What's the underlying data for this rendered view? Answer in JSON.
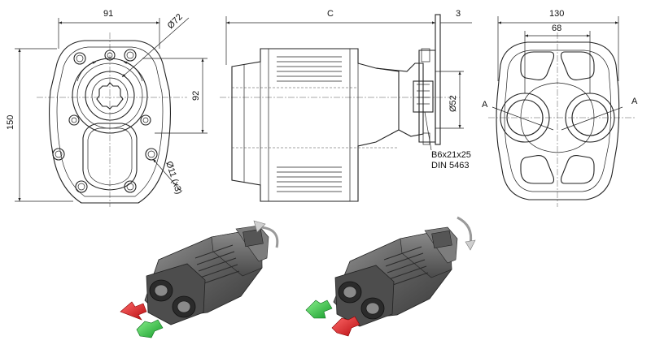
{
  "dimensions": {
    "front_width": "91",
    "hole_circle_dia": "Ø72",
    "overall_height": "150",
    "bolt_spacing": "92",
    "bolt_hole_dia": "Ø11 (x3)",
    "length_c": "C",
    "flange_thk": "3",
    "pilot_dia": "Ø52",
    "rear_width": "130",
    "port_spacing": "68",
    "port_label_left": "A",
    "port_label_right": "A"
  },
  "shaft_spec": {
    "line1": "B6x21x25",
    "line2": "DIN 5463"
  },
  "colors": {
    "arrow_red": "#e0181d",
    "arrow_green": "#22c23a",
    "pump_body": "#6c6c6c"
  }
}
